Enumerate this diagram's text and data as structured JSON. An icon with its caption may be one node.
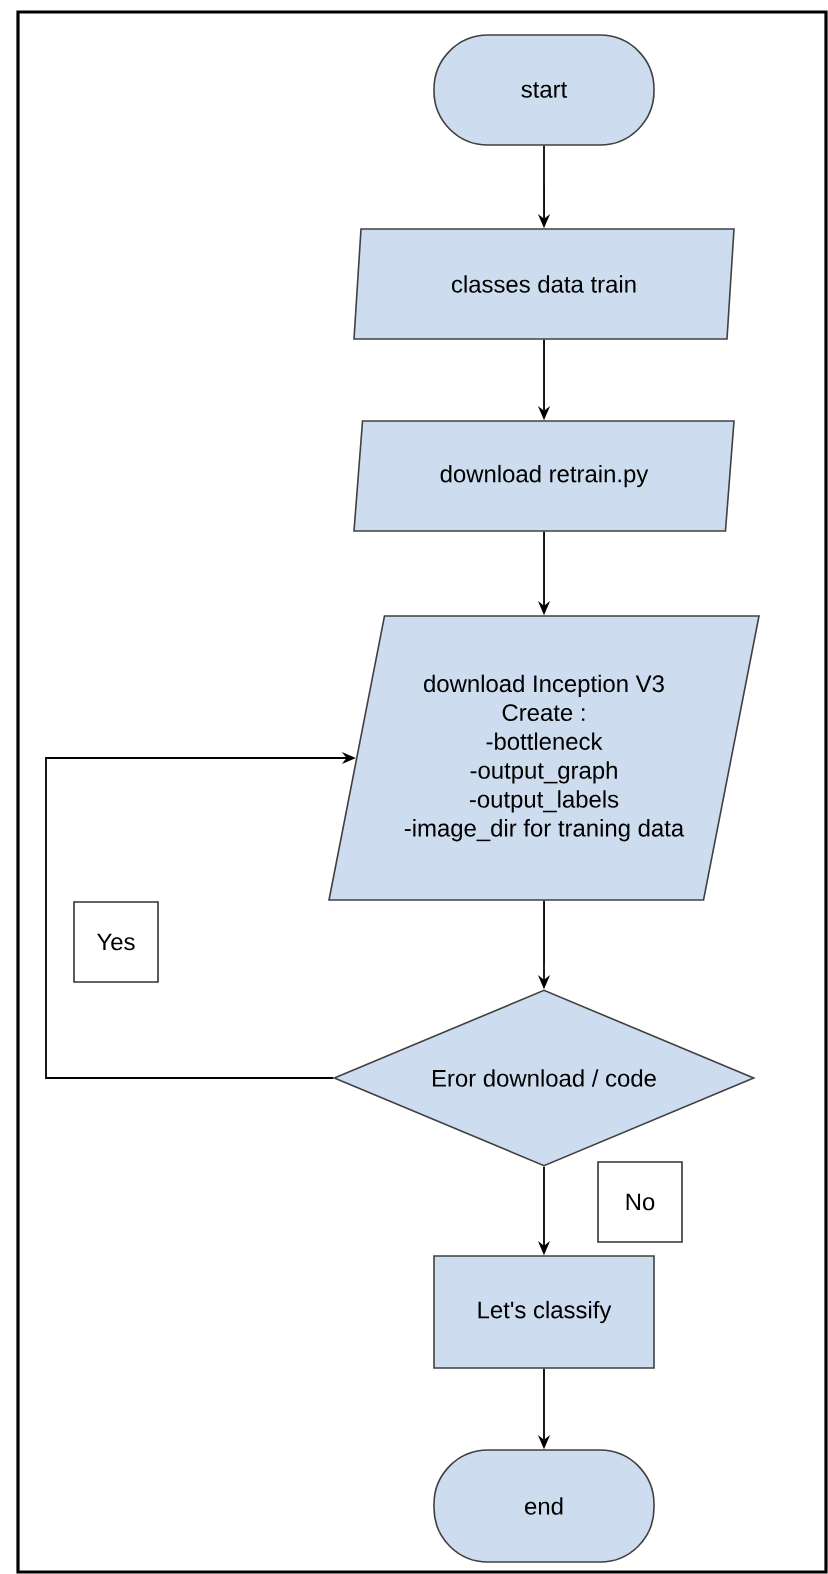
{
  "diagram": {
    "nodes": [
      {
        "text": [
          "start"
        ]
      },
      {
        "text": [
          "classes data train"
        ]
      },
      {
        "text": [
          "download retrain.py"
        ]
      },
      {
        "text": [
          "download Inception V3",
          "Create :",
          "-bottleneck",
          "-output_graph",
          "-output_labels",
          "-image_dir for traning data"
        ]
      },
      {
        "text": [
          "Eror download / code"
        ]
      },
      {
        "text": [
          "Let's classify"
        ]
      },
      {
        "text": [
          "end"
        ]
      }
    ],
    "edges": [
      {
        "from": 0,
        "to": 1,
        "arrow": "to"
      },
      {
        "from": 1,
        "to": 2,
        "arrow": "to"
      },
      {
        "from": 2,
        "to": 3,
        "arrow": "to"
      },
      {
        "from": 3,
        "to": 4,
        "arrow": "to"
      },
      {
        "from": 4,
        "to": 3,
        "arrow": "to",
        "label": "Yes"
      },
      {
        "from": 4,
        "to": 5,
        "arrow": "to",
        "label": "No"
      },
      {
        "from": 5,
        "to": 6,
        "arrow": "to"
      }
    ]
  }
}
